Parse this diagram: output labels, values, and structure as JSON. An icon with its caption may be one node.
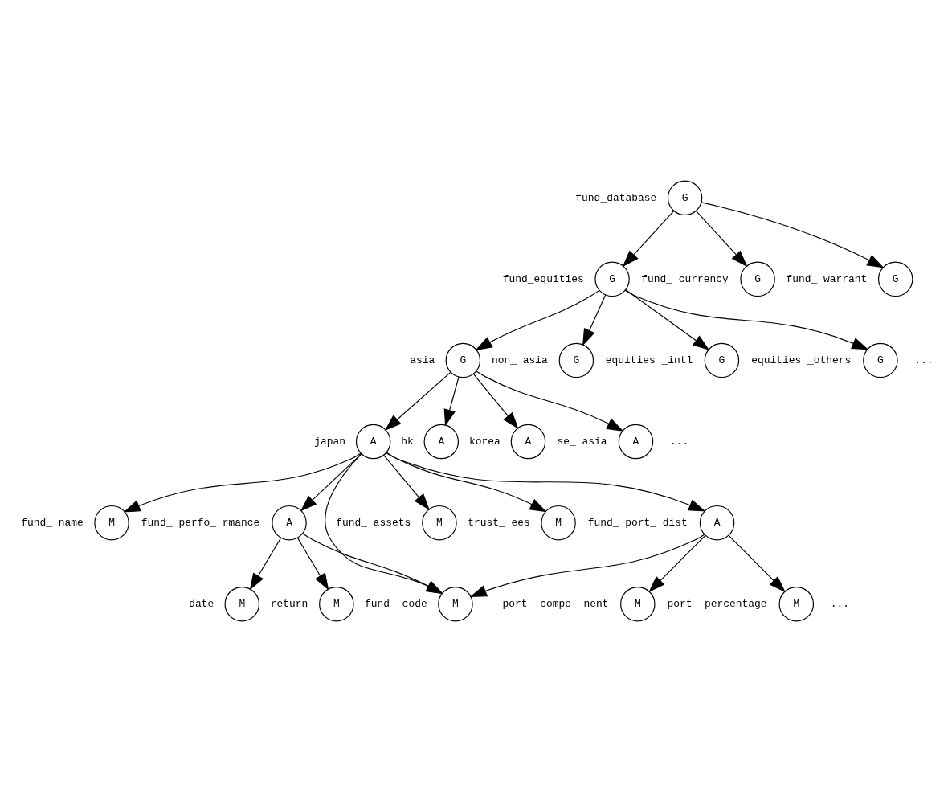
{
  "diagram": {
    "nodes": [
      {
        "text": [
          "G"
        ],
        "beside": [
          "fund_database"
        ]
      },
      {
        "text": [
          "G"
        ],
        "beside": [
          "fund_equities"
        ]
      },
      {
        "text": [
          "G"
        ],
        "beside": [
          "fund_ currency"
        ]
      },
      {
        "text": [
          "G"
        ],
        "beside": [
          "fund_ warrant"
        ]
      },
      {
        "text": [
          "G"
        ],
        "beside": [
          "asia"
        ]
      },
      {
        "text": [
          "G"
        ],
        "beside": [
          "non_ asia"
        ]
      },
      {
        "text": [
          "G"
        ],
        "beside": [
          "equities _intl"
        ]
      },
      {
        "text": [
          "G"
        ],
        "beside": [
          "equities _others"
        ]
      },
      {
        "text": [
          "A"
        ],
        "beside": [
          "japan"
        ]
      },
      {
        "text": [
          "A"
        ],
        "beside": [
          "hk"
        ]
      },
      {
        "text": [
          "A"
        ],
        "beside": [
          "korea"
        ]
      },
      {
        "text": [
          "A"
        ],
        "beside": [
          "se_ asia"
        ]
      },
      {
        "text": [
          "M"
        ],
        "beside": [
          "fund_ name"
        ]
      },
      {
        "text": [
          "A"
        ],
        "beside": [
          "fund_ perfo_ rmance"
        ]
      },
      {
        "text": [
          "A"
        ],
        "beside": [
          "fund_ port_ dist"
        ]
      },
      {
        "text": [
          "M"
        ],
        "beside": [
          "fund_ assets"
        ]
      },
      {
        "text": [
          "M"
        ],
        "beside": [
          "trust_ ees"
        ]
      },
      {
        "text": [
          "M"
        ],
        "beside": [
          "fund_ code"
        ]
      },
      {
        "text": [
          "M"
        ],
        "beside": [
          "date"
        ]
      },
      {
        "text": [
          "M"
        ],
        "beside": [
          "return"
        ]
      },
      {
        "text": [
          "M"
        ],
        "beside": [
          "port_ compo- nent"
        ]
      },
      {
        "text": [
          "M"
        ],
        "beside": [
          "port_ percentage"
        ]
      }
    ],
    "edges": [
      {
        "from": 0,
        "to": 1,
        "arrow": "to"
      },
      {
        "from": 0,
        "to": 2,
        "arrow": "to"
      },
      {
        "from": 0,
        "to": 3,
        "arrow": "to"
      },
      {
        "from": 1,
        "to": 4,
        "arrow": "to"
      },
      {
        "from": 1,
        "to": 5,
        "arrow": "to"
      },
      {
        "from": 1,
        "to": 6,
        "arrow": "to"
      },
      {
        "from": 1,
        "to": 7,
        "arrow": "to"
      },
      {
        "from": 4,
        "to": 8,
        "arrow": "to"
      },
      {
        "from": 4,
        "to": 9,
        "arrow": "to"
      },
      {
        "from": 4,
        "to": 10,
        "arrow": "to"
      },
      {
        "from": 4,
        "to": 11,
        "arrow": "to"
      },
      {
        "from": 8,
        "to": 17,
        "arrow": "to"
      },
      {
        "from": 8,
        "to": 12,
        "arrow": "to"
      },
      {
        "from": 8,
        "to": 13,
        "arrow": "to"
      },
      {
        "from": 8,
        "to": 14,
        "arrow": "to"
      },
      {
        "from": 8,
        "to": 15,
        "arrow": "to"
      },
      {
        "from": 8,
        "to": 16,
        "arrow": "to"
      },
      {
        "from": 13,
        "to": 17,
        "arrow": "to"
      },
      {
        "from": 13,
        "to": 18,
        "arrow": "to"
      },
      {
        "from": 13,
        "to": 19,
        "arrow": "to"
      },
      {
        "from": 14,
        "to": 17,
        "arrow": "to"
      },
      {
        "from": 14,
        "to": 20,
        "arrow": "to"
      },
      {
        "from": 14,
        "to": 21,
        "arrow": "to"
      }
    ],
    "labels": [
      "...",
      "...",
      "..."
    ]
  }
}
